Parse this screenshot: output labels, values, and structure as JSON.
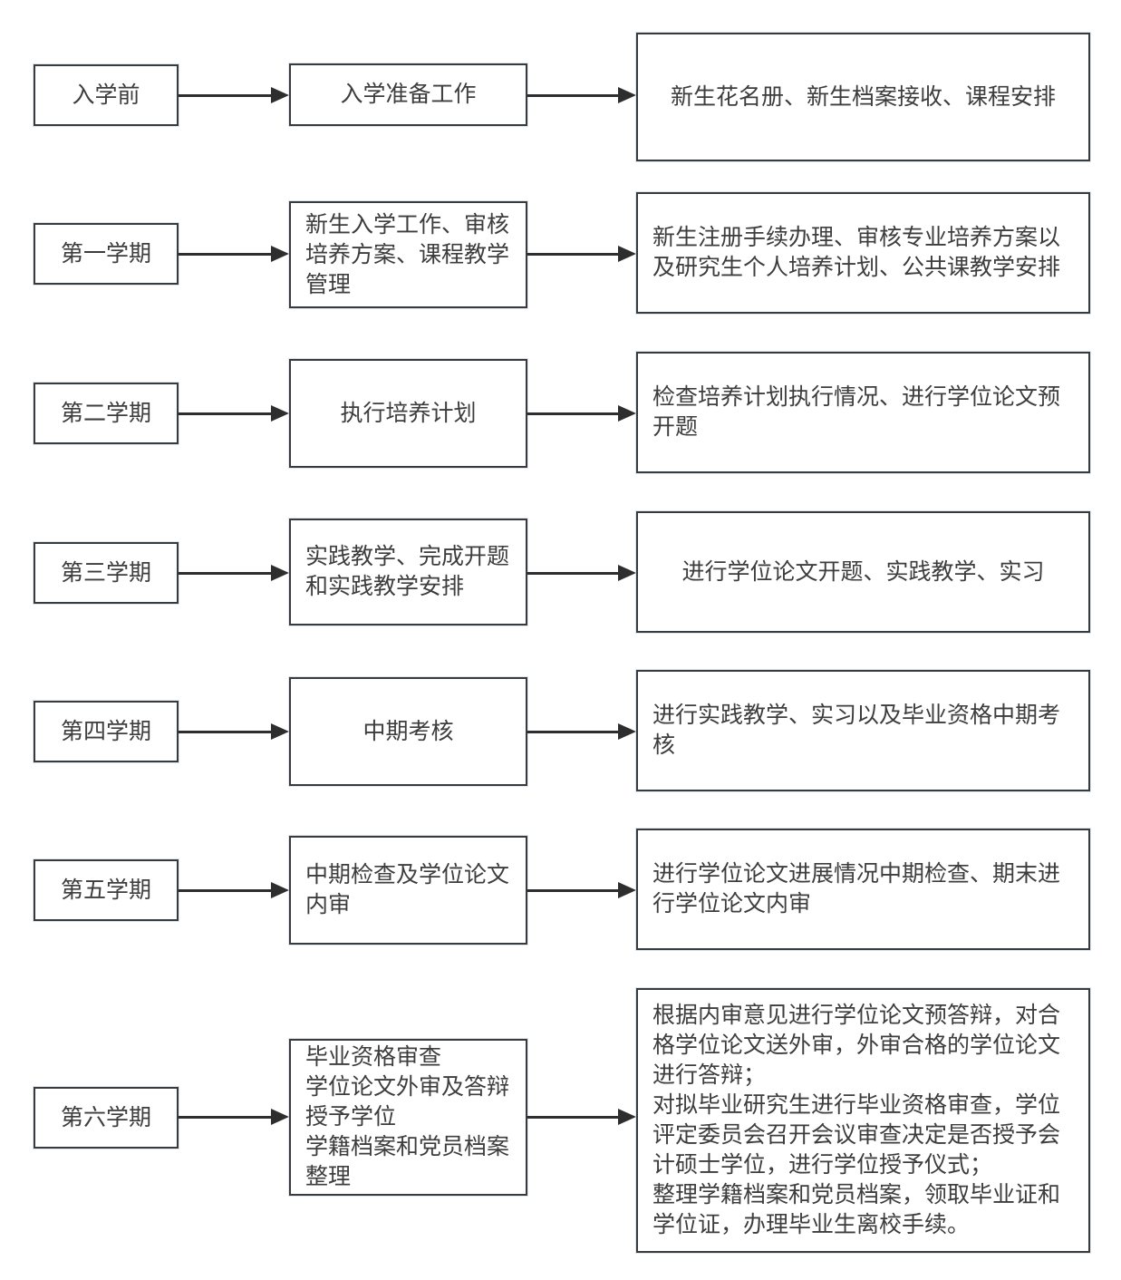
{
  "colors": {
    "background": "#ffffff",
    "box_border": "#363b40",
    "text": "#3d3d3d",
    "arrow": "#2e2e2e"
  },
  "rows": [
    {
      "stage": "入学前",
      "task": "入学准备工作",
      "detail": "新生花名册、新生档案接收、课程安排"
    },
    {
      "stage": "第一学期",
      "task": "新生入学工作、审核\n培养方案、课程教学\n管理",
      "detail": "新生注册手续办理、审核专业培养方案以\n及研究生个人培养计划、公共课教学安排"
    },
    {
      "stage": "第二学期",
      "task": "执行培养计划",
      "detail": "检查培养计划执行情况、进行学位论文预\n开题"
    },
    {
      "stage": "第三学期",
      "task": "实践教学、完成开题\n和实践教学安排",
      "detail": "进行学位论文开题、实践教学、实习"
    },
    {
      "stage": "第四学期",
      "task": "中期考核",
      "detail": "进行实践教学、实习以及毕业资格中期考\n核"
    },
    {
      "stage": "第五学期",
      "task": "中期检查及学位论文\n内审",
      "detail": "进行学位论文进展情况中期检查、期末进\n行学位论文内审"
    },
    {
      "stage": "第六学期",
      "task": "毕业资格审查\n学位论文外审及答辩\n授予学位\n学籍档案和党员档案\n整理",
      "detail": "根据内审意见进行学位论文预答辩，对合\n格学位论文送外审，外审合格的学位论文\n进行答辩；\n对拟毕业研究生进行毕业资格审查，学位\n评定委员会召开会议审查决定是否授予会\n计硕士学位，进行学位授予仪式；\n整理学籍档案和党员档案，领取毕业证和\n学位证，办理毕业生离校手续。"
    }
  ]
}
